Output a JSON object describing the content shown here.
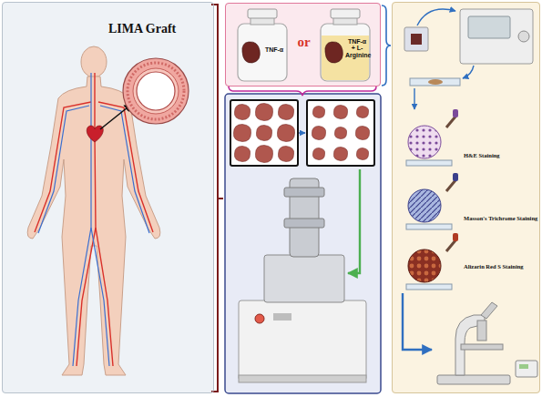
{
  "diagram": {
    "nodes": [
      {
        "text": [
          "LIMA Graft"
        ]
      },
      {
        "text": [
          "or"
        ]
      },
      {
        "text": [
          "TNF-α"
        ],
        "in": 1
      },
      {
        "text": [
          "TNF-α + L- Arginine"
        ],
        "in": 1
      },
      {
        "text": [
          "H&E Staining",
          "Masson's Trichrome Staining",
          "Alizarin Red S Staining"
        ]
      }
    ]
  }
}
